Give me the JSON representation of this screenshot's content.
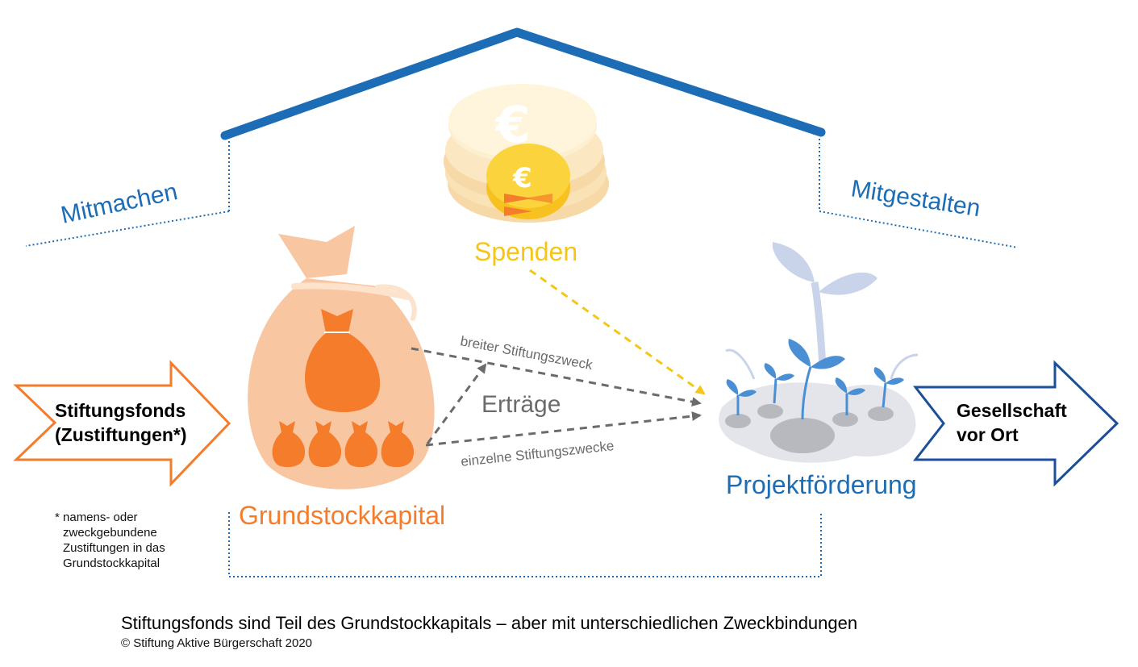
{
  "labels": {
    "mitmachen": "Mitmachen",
    "mitgestalten": "Mitgestalten",
    "spenden": "Spenden",
    "grundstockkapital": "Grundstockkapital",
    "projektfoerderung": "Projektförderung",
    "ertraege": "Erträge",
    "breiter_zweck": "breiter Stiftungszweck",
    "einzelne_zwecke": "einzelne Stiftungszwecke"
  },
  "left_arrow": {
    "line1": "Stiftungsfonds",
    "line2": "(Zustiftungen*)"
  },
  "right_arrow": {
    "line1": "Gesellschaft",
    "line2": "vor Ort"
  },
  "footnote": {
    "line1": "* namens- oder",
    "line2": "zweckgebundene",
    "line3": "Zustiftungen in das",
    "line4": "Grundstockkapital"
  },
  "caption": "Stiftungsfonds sind Teil des Grundstockkapitals – aber mit unterschiedlichen Zweckbindungen",
  "copyright": "© Stiftung Aktive Bürgerschaft 2020",
  "icons": {
    "coins": "euro-coin-stack-icon",
    "bag": "money-bag-icon",
    "plants": "seedling-plants-icon"
  },
  "colors": {
    "blue": "#1c6db5",
    "orange": "#f47c2a",
    "light_orange": "#f9c6a2",
    "yellow": "#f5c518",
    "gray": "#6b6b6b"
  }
}
